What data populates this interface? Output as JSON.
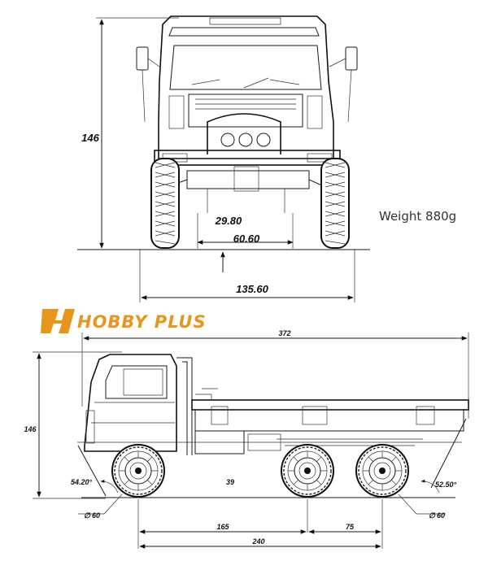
{
  "brand": {
    "logo_text": "HOBBY PLUS",
    "accent_color": "#e8951c"
  },
  "weight_label": "Weight  880g",
  "front_view": {
    "height": "146",
    "track_inner": "29.80",
    "axle_width": "60.60",
    "overall_width": "135.60"
  },
  "side_view": {
    "overall_length": "372",
    "height": "146",
    "approach_angle": "54.20°",
    "departure_angle": "52.50°",
    "wheel_diameter_front_prefix": "∅",
    "wheel_diameter_front": "60",
    "wheel_diameter_rear": "60",
    "ground_clearance": "39",
    "wheelbase_front": "165",
    "wheelbase_rear": "75",
    "wheelbase_total": "240"
  }
}
